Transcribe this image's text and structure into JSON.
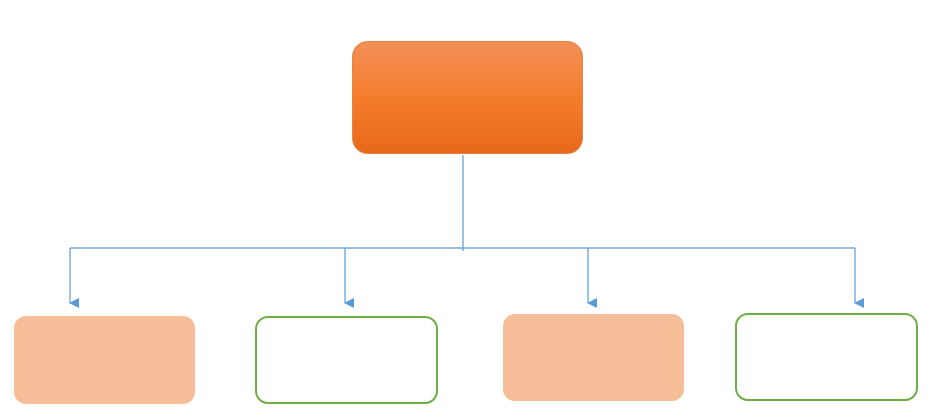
{
  "colors": {
    "connector": "#5b9bd5",
    "root_fill_top": "#f29058",
    "root_fill_bottom": "#e8681a",
    "filled_child": "#f5be98",
    "outline_child_border": "#70ad47"
  },
  "nodes": {
    "root": {
      "label": ""
    },
    "children": [
      {
        "label": "",
        "style": "filled"
      },
      {
        "label": "",
        "style": "outline"
      },
      {
        "label": "",
        "style": "filled"
      },
      {
        "label": "",
        "style": "outline"
      }
    ]
  }
}
